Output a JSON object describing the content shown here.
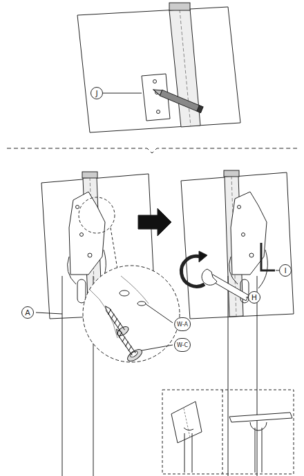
{
  "diagram": {
    "labels": [
      "J",
      "W-A",
      "A",
      "W-C",
      "I",
      "H"
    ]
  }
}
